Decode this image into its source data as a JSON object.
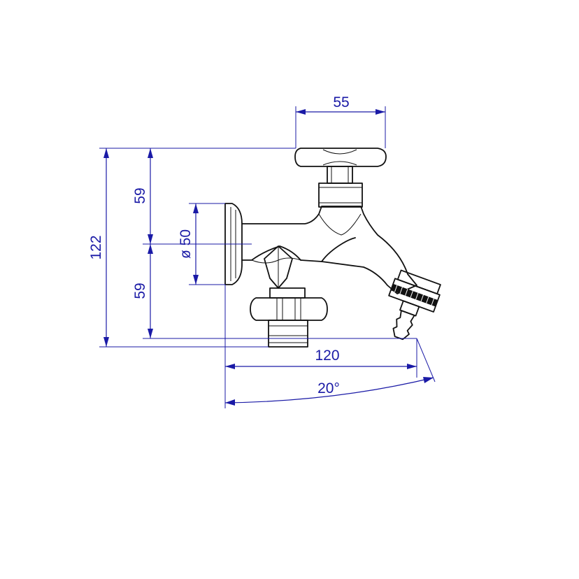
{
  "dimensions": {
    "handle_width": "55",
    "upper_height": "59",
    "lower_height": "59",
    "total_height": "122",
    "flange_diameter": "ø 50",
    "projection": "120",
    "spout_angle": "20°"
  },
  "colors": {
    "dimension_lines": "#1a1aa6",
    "outline": "#111111",
    "background": "#ffffff"
  }
}
